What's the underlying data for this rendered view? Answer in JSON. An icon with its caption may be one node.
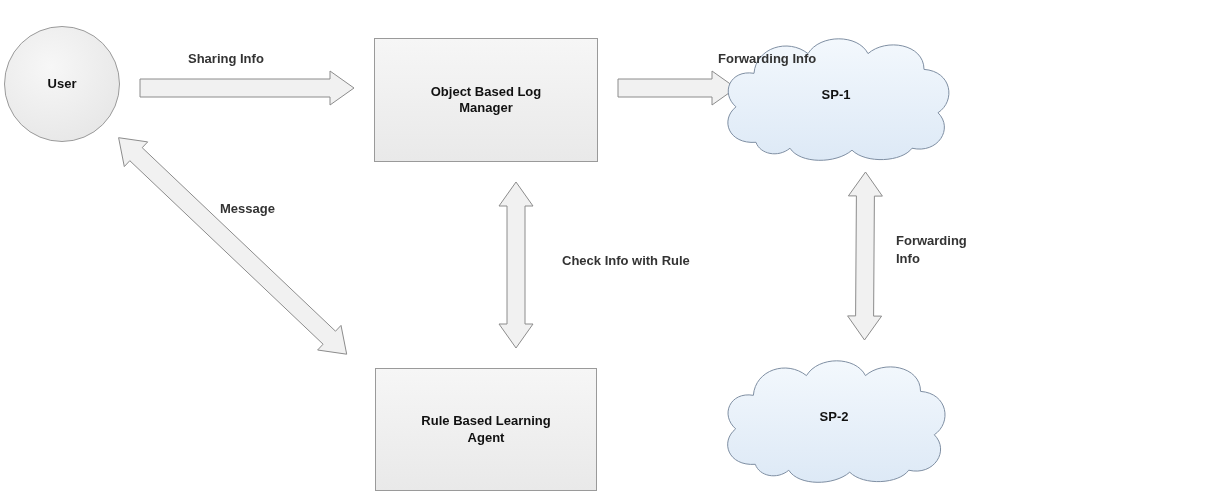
{
  "diagram": {
    "nodes": [
      {
        "text": [
          "User"
        ]
      },
      {
        "text": [
          "Object Based Log Manager"
        ]
      },
      {
        "text": [
          "SP-1"
        ]
      },
      {
        "text": [
          "Rule Based Learning Agent"
        ]
      },
      {
        "text": [
          "SP-2"
        ]
      }
    ],
    "edges": [
      {
        "from": 0,
        "to": 1,
        "arrow": "to",
        "label": "Sharing Info"
      },
      {
        "from": 1,
        "to": 2,
        "arrow": "to",
        "label": "Forwarding Info"
      },
      {
        "from": 0,
        "to": 3,
        "arrow": "both",
        "label": "Message"
      },
      {
        "from": 1,
        "to": 3,
        "arrow": "both",
        "label": "Check Info with Rule"
      },
      {
        "from": 2,
        "to": 4,
        "arrow": "both",
        "label": "Forwarding Info"
      }
    ]
  }
}
